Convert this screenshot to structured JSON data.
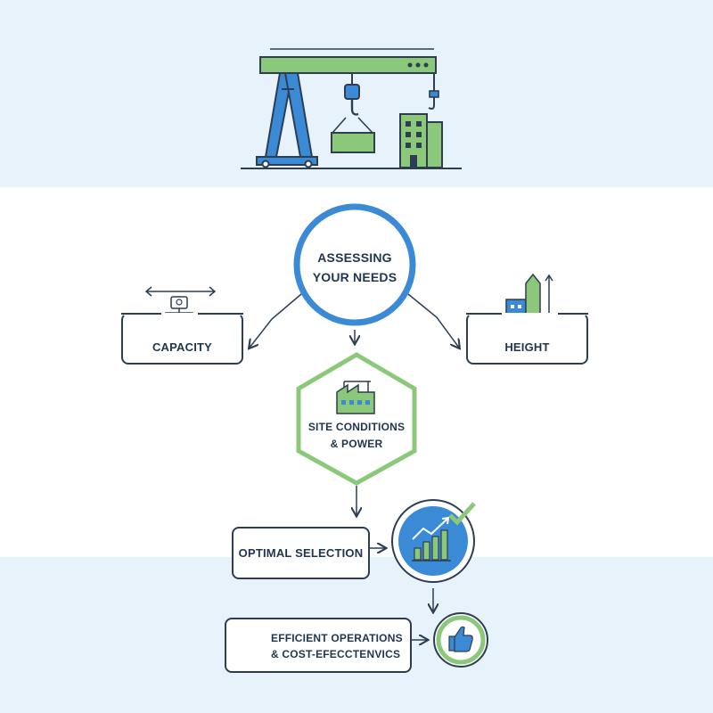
{
  "diagram": {
    "center_node": {
      "label_line1": "ASSESSING",
      "label_line2": "YOUR NEEDS"
    },
    "capacity_node": {
      "label": "CAPACITY"
    },
    "height_node": {
      "label": "HEIGHT"
    },
    "site_node": {
      "label_line1": "SITE CONDITIONS",
      "label_line2": "& POWER"
    },
    "selection_node": {
      "label": "OPTIMAL SELECTION"
    },
    "efficiency_node": {
      "label_line1": "EFFICIENT OPERATIONS",
      "label_line2": "& COST-EFECCTENVICS"
    }
  },
  "colors": {
    "blue": "#3a8ad6",
    "green": "#8cc87a",
    "dark": "#2d3d52",
    "band": "#e8f2fa"
  },
  "icons": [
    "crane-icon",
    "building-icon",
    "scale-icon",
    "factory-icon",
    "chart-icon",
    "checkmark-icon",
    "gears-icon",
    "thumbs-up-icon"
  ]
}
